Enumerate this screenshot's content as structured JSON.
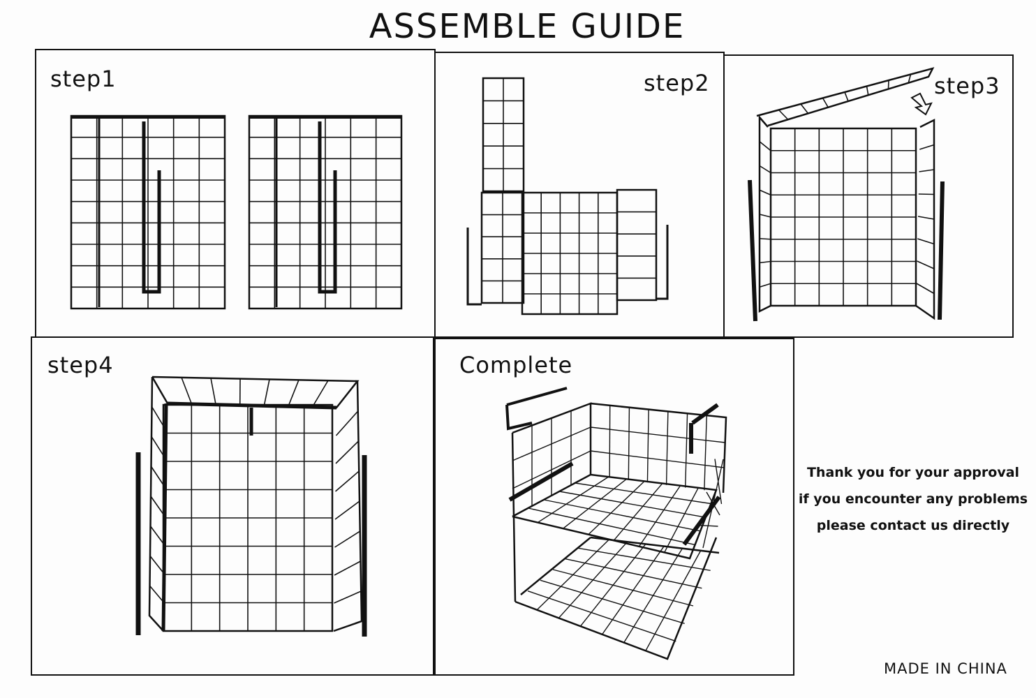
{
  "title": "ASSEMBLE GUIDE",
  "steps": {
    "step1": "step1",
    "step2": "step2",
    "step3": "step3",
    "step4": "step4",
    "complete": "Complete"
  },
  "message": {
    "line1": "Thank you for your approval",
    "line2": "if you encounter any problems",
    "line3": "please contact us directly"
  },
  "origin": "MADE IN CHINA"
}
